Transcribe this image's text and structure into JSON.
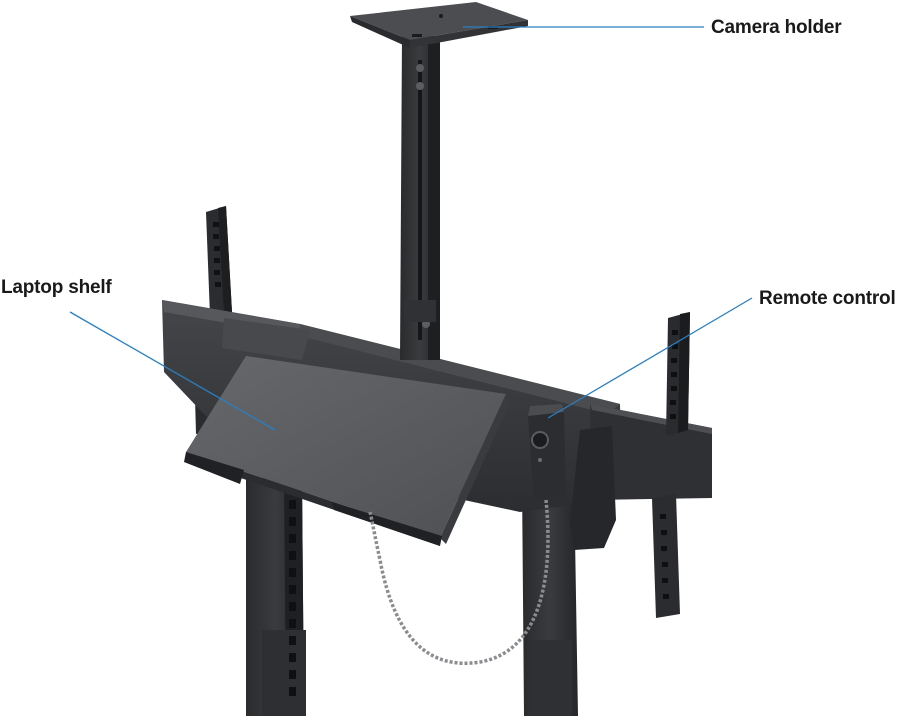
{
  "callouts": {
    "camera_holder": "Camera holder",
    "laptop_shelf": "Laptop shelf",
    "remote_control": "Remote control"
  },
  "colors": {
    "label_text": "#1a1a1a",
    "leader_line": "#2a7fc1",
    "metal_dark": "#2b2c2e",
    "metal_mid": "#3b3c3f",
    "metal_light": "#55575a",
    "shelf_top": "#5f6164"
  },
  "icons": [
    "remote-control-icon",
    "camera-holder-plate-icon"
  ]
}
